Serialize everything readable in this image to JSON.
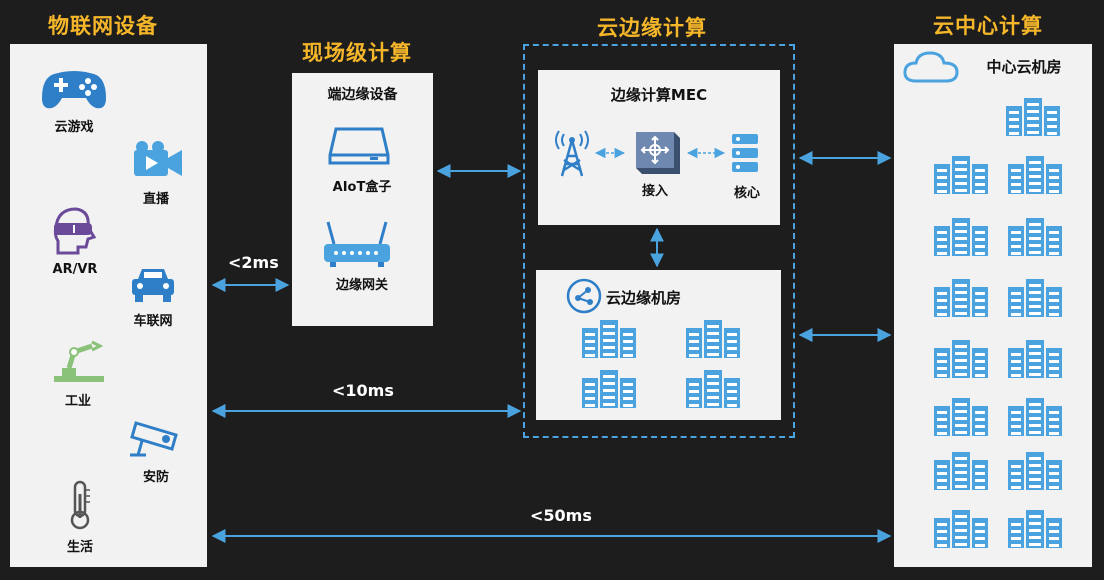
{
  "columns": {
    "iot": "物联网设备",
    "field": "现场级计算",
    "cloud_edge": "云边缘计算",
    "center": "云中心计算"
  },
  "iot_devices": {
    "cloud_gaming": "云游戏",
    "live": "直播",
    "arvr": "AR/VR",
    "vehicle": "车联网",
    "industry": "工业",
    "security": "安防",
    "life": "生活"
  },
  "field_panel": {
    "title": "端边缘设备",
    "box": "AIoT盒子",
    "gateway": "边缘网关"
  },
  "mec": {
    "title": "边缘计算MEC",
    "access": "接入",
    "core": "核心"
  },
  "edge_room": {
    "title": "云边缘机房"
  },
  "center_room": {
    "title": "中心云机房"
  },
  "latency": {
    "l2": "<2ms",
    "l10": "<10ms",
    "l50": "<50ms"
  },
  "colors": {
    "heading": "#f5b62a",
    "accent": "#4aa3df",
    "panel": "#f2f2f2",
    "background": "#1d1d1d"
  }
}
